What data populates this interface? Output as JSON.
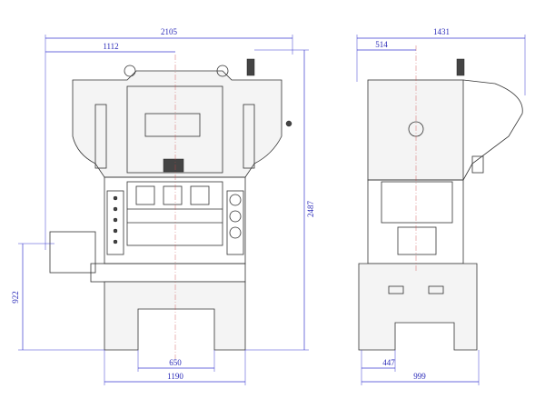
{
  "drawing": {
    "front_view": {
      "overall_width": "2105",
      "center_offset": "1112",
      "overall_height": "2487",
      "bed_height": "922",
      "bolster_inner_width": "650",
      "base_width": "1190"
    },
    "side_view": {
      "overall_depth": "1431",
      "center_offset": "514",
      "base_offset": "447",
      "base_depth": "999"
    },
    "colors": {
      "dimension": "#3a3ad0",
      "outline": "#333333"
    }
  }
}
